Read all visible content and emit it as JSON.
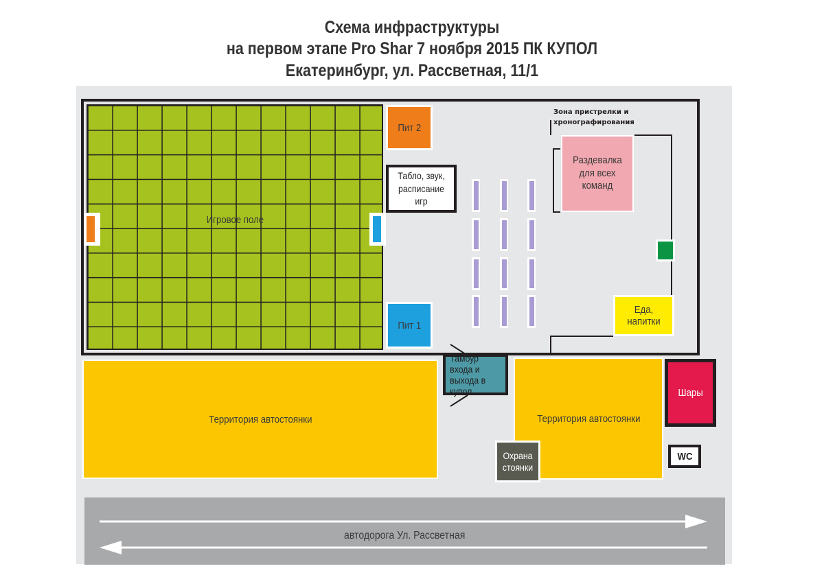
{
  "title": {
    "line1": "Схема инфраструктуры",
    "line2": "на первом этапе Pro Shar 7 ноября 2015 ПК КУПОЛ",
    "line3": "Екатеринбург, ул. Рассветная, 11/1"
  },
  "areas": {
    "playing_field": "Игровое поле",
    "pit2": "Пит 2",
    "pit1": "Пит 1",
    "scoreboard": "Табло, звук, расписание игр",
    "shooting_zone": "Зона пристрелки и хронографирования",
    "changing_room": "Раздевалка для всех команд",
    "food": "Еда, напитки",
    "vestibule": "Тамбур входа и выхода в купол",
    "parking_left": "Территория автостоянки",
    "parking_right": "Территория автостоянки",
    "balls": "Шары",
    "wc": "WC",
    "parking_guard": "Охрана стоянки",
    "road": "автодорога Ул. Рассветная"
  },
  "colors": {
    "field": "#a6c21f",
    "pit2": "#ef7d1a",
    "pit1": "#1ea0df",
    "changing_room": "#f1a8b0",
    "food": "#ffec00",
    "parking": "#fcc600",
    "vestibule": "#4d9aa6",
    "balls": "#e31a4b",
    "guard": "#5a5b50",
    "road": "#a8a9ab",
    "benches": "#a99bd4",
    "shooting_marker": "#0b9444"
  }
}
